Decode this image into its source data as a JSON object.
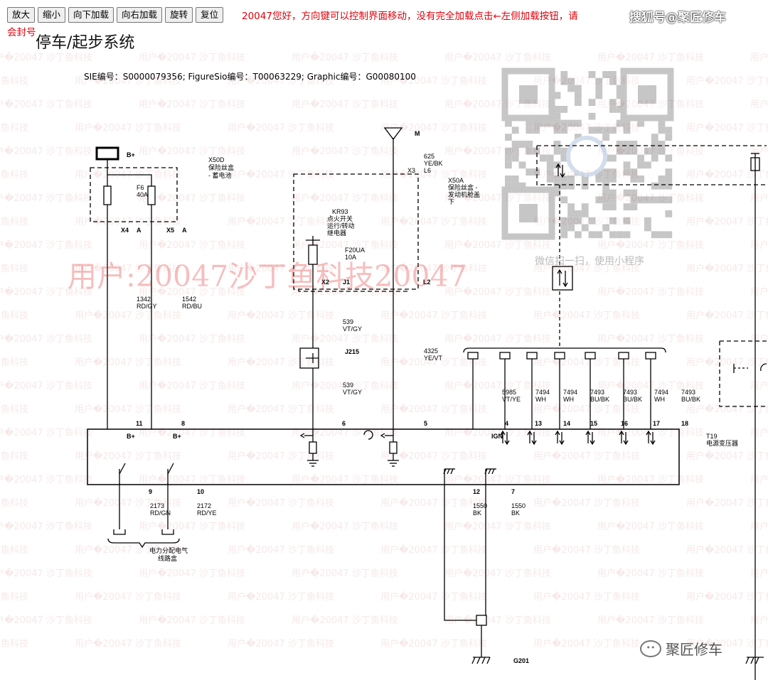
{
  "toolbar": {
    "zoom_in": "放大",
    "zoom_out": "缩小",
    "load_down": "向下加载",
    "load_right": "向右加载",
    "rotate": "旋转",
    "reset": "复位"
  },
  "notice": "20047您好，方向键可以控制界面移动，没有完全加载点击←左侧加载按钮，请",
  "notice_cont": "会封号",
  "page_title": "停车/起步系统",
  "subtitle": "SIE编号：S0000079356;  FigureSio编号：T00063229;  Graphic编号：G00080100",
  "brand_top": "搜狐号@聚匠修车",
  "brand_bottom": "聚匠修车",
  "brand_icon": "wechat-icon",
  "watermark_big": "用户:20047沙丁鱼科技20047",
  "watermark_small": "用户�20047 沙丁鱼科技",
  "qr_caption": "微信扫一扫，使用小程序",
  "diagram": {
    "battery_plus": "B+",
    "x50d": [
      "X50D",
      "保险丝盒",
      "- 蓄电池"
    ],
    "f6": [
      "F6",
      "40A"
    ],
    "x4": "X4",
    "x4a": "A",
    "x5": "X5",
    "x5a": "A",
    "w1342": [
      "1342",
      "RD/GY"
    ],
    "w1542": [
      "1542",
      "RD/BU"
    ],
    "kr93": [
      "KR93",
      "点火开关",
      "运行/转动",
      "继电器"
    ],
    "f20ua": [
      "F20UA",
      "10A"
    ],
    "x2": "X2",
    "j1": "J1",
    "l2": "L2",
    "m": "M",
    "w625": [
      "625",
      "YE/BK",
      "L6"
    ],
    "x3": "X3",
    "x50a": [
      "X50A",
      "保险丝盒 -",
      "发动机舱盖",
      "下"
    ],
    "w539a": [
      "539",
      "VT/GY"
    ],
    "j215": "J215",
    "w539b": [
      "539",
      "VT/GY"
    ],
    "w4325": [
      "4325",
      "YE/VT"
    ],
    "w5985": [
      "5985",
      "VT/YE"
    ],
    "w7494a": [
      "7494",
      "WH"
    ],
    "w7494b": [
      "7494",
      "WH"
    ],
    "w7493a": [
      "7493",
      "BU/BK"
    ],
    "w7493b": [
      "7493",
      "BU/BK"
    ],
    "w7494c": [
      "7494",
      "WH"
    ],
    "w7493c": [
      "7493",
      "BU/BK"
    ],
    "pins_top": [
      "11",
      "8",
      "6",
      "5",
      "4",
      "13",
      "14",
      "15",
      "16",
      "17",
      "18"
    ],
    "pin_labels": [
      "B+",
      "B+",
      "IGN"
    ],
    "t19": [
      "T19",
      "电源变压器"
    ],
    "pins_bottom": [
      "9",
      "10",
      "12",
      "7"
    ],
    "w2173": [
      "2173",
      "RD/GN"
    ],
    "w2172": [
      "2172",
      "RD/YE"
    ],
    "w1550a": [
      "1550",
      "BK"
    ],
    "w1550b": [
      "1550",
      "BK"
    ],
    "box": [
      "电力分配电气",
      "线路盒"
    ],
    "g201": "G201"
  }
}
